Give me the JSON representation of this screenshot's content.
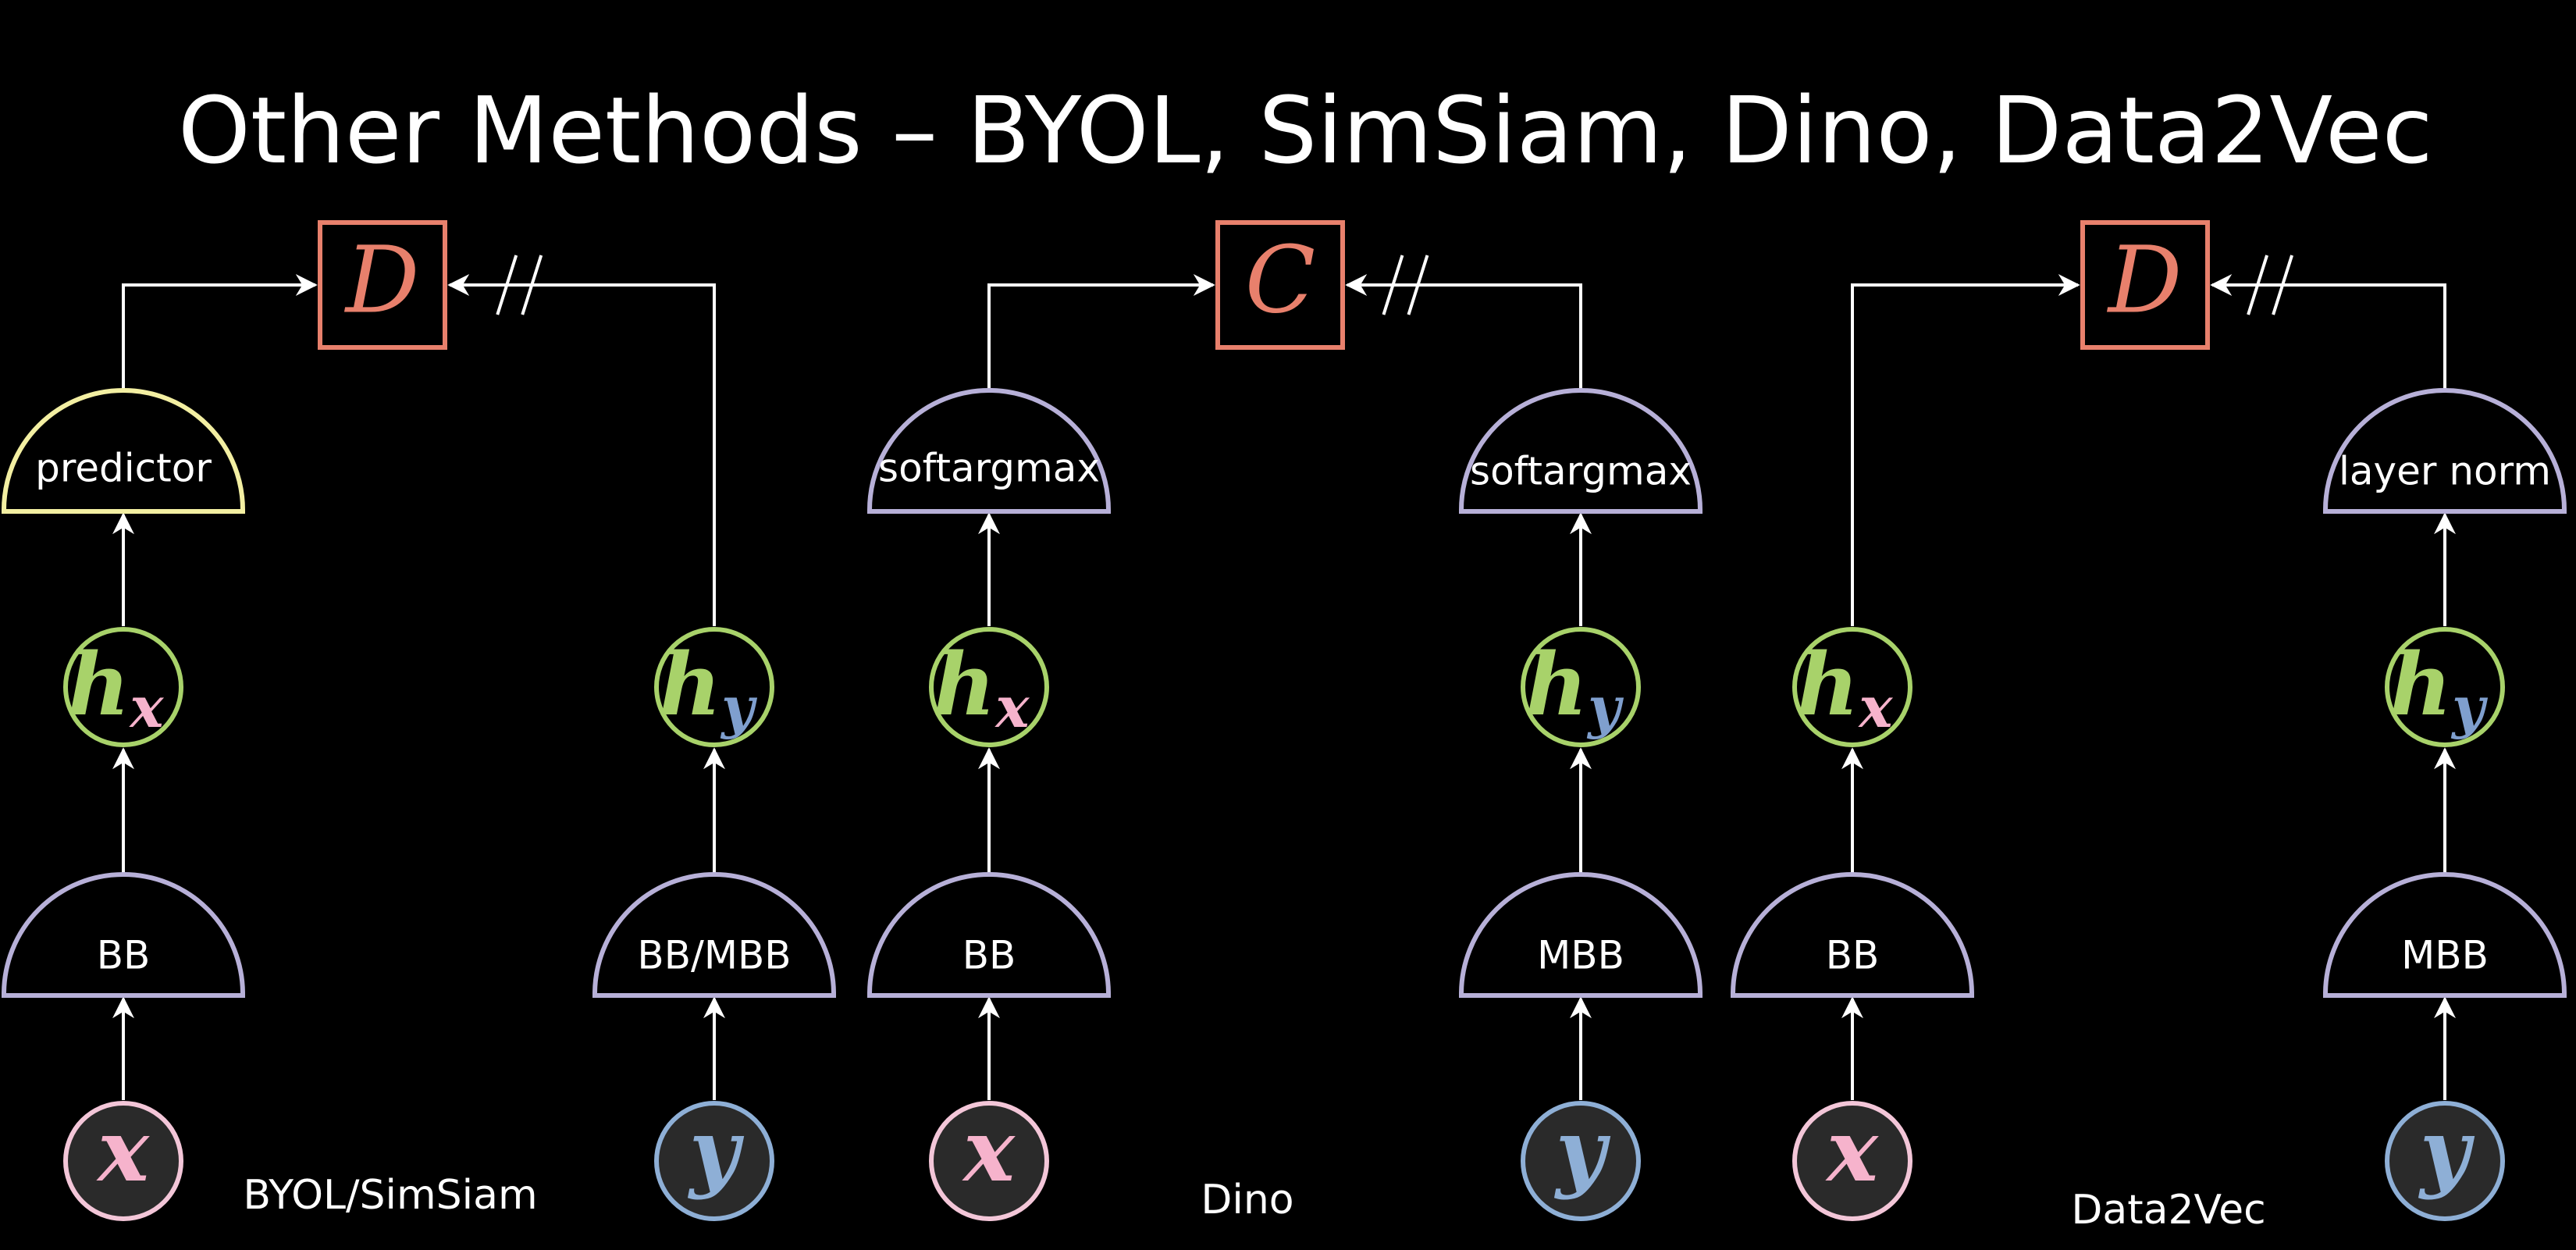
{
  "title": "Other Methods – BYOL, SimSiam, Dino, Data2Vec",
  "colors": {
    "background": "#000000",
    "text": "#ffffff",
    "lines": "#ffffff",
    "distance_box": "#e8806c",
    "predictor_outline": "#f3efa2",
    "module_outline": "#b7b0d8",
    "hidden_node": "#a8d26a",
    "x_node": "#f3c6d8",
    "y_node": "#8eafd6",
    "x_subscript": "#f6b3cc",
    "y_subscript": "#7f9fce"
  },
  "panels": [
    {
      "caption": "BYOL/SimSiam",
      "distance_label": "D",
      "left": {
        "input": "x",
        "backbone": "BB",
        "hidden": "h",
        "hidden_sub": "x",
        "head": "predictor"
      },
      "right": {
        "input": "y",
        "backbone": "BB/MBB",
        "hidden": "h",
        "hidden_sub": "y",
        "head": ""
      },
      "stop_gradient": "//"
    },
    {
      "caption": "Dino",
      "distance_label": "C",
      "left": {
        "input": "x",
        "backbone": "BB",
        "hidden": "h",
        "hidden_sub": "x",
        "head": "softargmax"
      },
      "right": {
        "input": "y",
        "backbone": "MBB",
        "hidden": "h",
        "hidden_sub": "y",
        "head": "softargmax"
      },
      "stop_gradient": "//"
    },
    {
      "caption": "Data2Vec",
      "distance_label": "D",
      "left": {
        "input": "x",
        "backbone": "BB",
        "hidden": "h",
        "hidden_sub": "x",
        "head": ""
      },
      "right": {
        "input": "y",
        "backbone": "MBB",
        "hidden": "h",
        "hidden_sub": "y",
        "head": "layer norm"
      },
      "stop_gradient": "//"
    }
  ]
}
